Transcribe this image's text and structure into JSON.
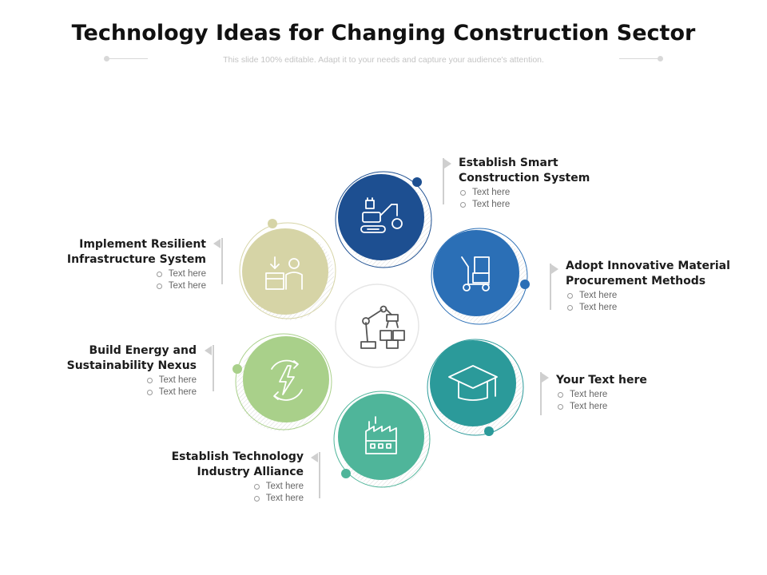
{
  "title": "Technology Ideas for Changing Construction Sector",
  "subtitle": "This slide 100% editable. Adapt it to your needs and capture your audience's attention.",
  "items": [
    {
      "heading_line1": "Establish Smart",
      "heading_line2": "Construction System",
      "bullets": [
        "Text here",
        "Text here"
      ],
      "color": "#1d4f91",
      "icon": "robot-arm-crane-icon"
    },
    {
      "heading_line1": "Adopt Innovative Material",
      "heading_line2": "Procurement Methods",
      "bullets": [
        "Text here",
        "Text here"
      ],
      "color": "#2b6fb6",
      "icon": "hand-truck-box-icon"
    },
    {
      "heading_line1": "Your Text here",
      "heading_line2": "",
      "bullets": [
        "Text here",
        "Text here"
      ],
      "color": "#2b9a9a",
      "icon": "graduation-cap-icon"
    },
    {
      "heading_line1": "Establish Technology",
      "heading_line2": "Industry Alliance",
      "bullets": [
        "Text here",
        "Text here"
      ],
      "color": "#4fb59a",
      "icon": "factory-icon"
    },
    {
      "heading_line1": "Build Energy and",
      "heading_line2": "Sustainability Nexus",
      "bullets": [
        "Text here",
        "Text here"
      ],
      "color": "#a9d08a",
      "icon": "energy-cycle-icon"
    },
    {
      "heading_line1": "Implement Resilient",
      "heading_line2": "Infrastructure System",
      "bullets": [
        "Text here",
        "Text here"
      ],
      "color": "#d6d4a6",
      "icon": "worker-package-icon"
    }
  ],
  "center": {
    "icon": "industrial-robot-icon"
  }
}
